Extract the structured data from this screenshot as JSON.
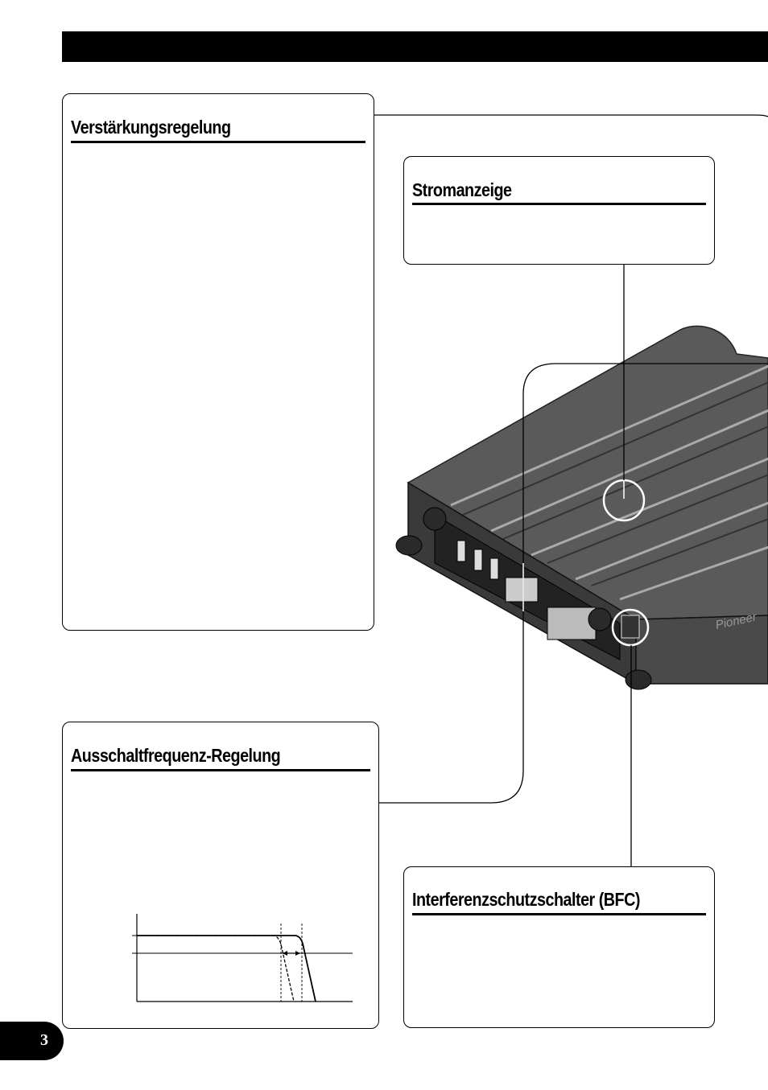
{
  "sections": {
    "gain_control": {
      "title": "Verstärkungsregelung"
    },
    "power_indicator": {
      "title": "Stromanzeige"
    },
    "cutoff_frequency": {
      "title": "Ausschaltfrequenz-Regelung"
    },
    "bfc_switch": {
      "title": "Interferenzschutzschalter (BFC)"
    }
  },
  "page": {
    "number": "3"
  },
  "amplifier": {
    "brand": "Pioneer"
  },
  "colors": {
    "bar": "#000000",
    "device_body": "#555555",
    "device_dark": "#2a2a2a"
  }
}
